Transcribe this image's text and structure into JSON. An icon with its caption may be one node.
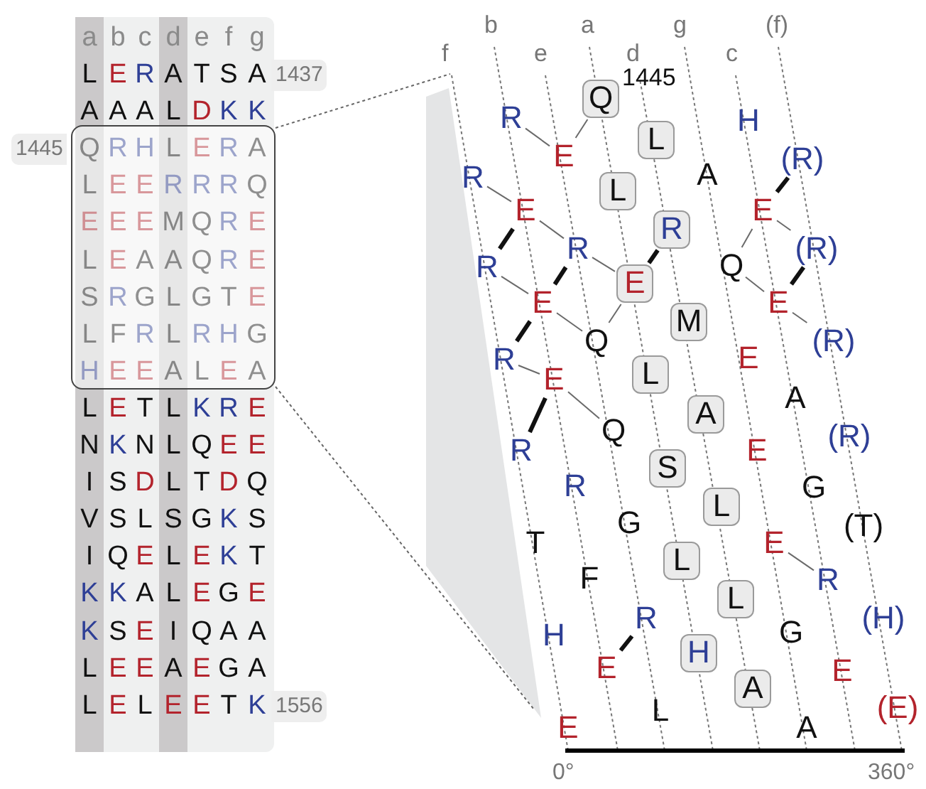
{
  "diagram": {
    "nodes": [
      {
        "text": [
          "Q"
        ],
        "beside": [
          "1445"
        ]
      },
      {
        "text": [
          "H"
        ]
      },
      {
        "text": [
          "R"
        ]
      },
      {
        "text": [
          "L"
        ]
      },
      {
        "text": [
          "E"
        ]
      },
      {
        "text": [
          "(R)"
        ]
      },
      {
        "text": [
          "A"
        ]
      },
      {
        "text": [
          "R"
        ]
      },
      {
        "text": [
          "L"
        ]
      },
      {
        "text": [
          "E"
        ]
      },
      {
        "text": [
          "E"
        ]
      },
      {
        "text": [
          "R"
        ]
      },
      {
        "text": [
          "R"
        ]
      },
      {
        "text": [
          "(R)"
        ]
      },
      {
        "text": [
          "Q"
        ]
      },
      {
        "text": [
          "R"
        ]
      },
      {
        "text": [
          "E"
        ]
      },
      {
        "text": [
          "E"
        ]
      },
      {
        "text": [
          "E"
        ]
      },
      {
        "text": [
          "M"
        ]
      },
      {
        "text": [
          "Q"
        ]
      },
      {
        "text": [
          "(R)"
        ]
      },
      {
        "text": [
          "E"
        ]
      },
      {
        "text": [
          "R"
        ]
      },
      {
        "text": [
          "L"
        ]
      },
      {
        "text": [
          "E"
        ]
      },
      {
        "text": [
          "A"
        ]
      },
      {
        "text": [
          "A"
        ]
      },
      {
        "text": [
          "Q"
        ]
      },
      {
        "text": [
          "(R)"
        ]
      },
      {
        "text": [
          "R"
        ]
      },
      {
        "text": [
          "E"
        ]
      },
      {
        "text": [
          "S"
        ]
      },
      {
        "text": [
          "R"
        ]
      },
      {
        "text": [
          "G"
        ]
      },
      {
        "text": [
          "L"
        ]
      },
      {
        "text": [
          "G"
        ]
      },
      {
        "text": [
          "(T)"
        ]
      },
      {
        "text": [
          "T"
        ]
      },
      {
        "text": [
          "E"
        ]
      },
      {
        "text": [
          "L"
        ]
      },
      {
        "text": [
          "F"
        ]
      },
      {
        "text": [
          "R"
        ]
      },
      {
        "text": [
          "L"
        ]
      },
      {
        "text": [
          "R"
        ]
      },
      {
        "text": [
          "(H)"
        ]
      },
      {
        "text": [
          "G"
        ]
      },
      {
        "text": [
          "H"
        ]
      },
      {
        "text": [
          "H"
        ]
      },
      {
        "text": [
          "E"
        ]
      },
      {
        "text": [
          "E"
        ]
      },
      {
        "text": [
          "A"
        ]
      },
      {
        "text": [
          "(E)"
        ]
      },
      {
        "text": [
          "L"
        ]
      },
      {
        "text": [
          "A"
        ]
      },
      {
        "text": [
          "E"
        ]
      }
    ],
    "edges": [
      {
        "from": 2,
        "to": 4,
        "arrow": "none"
      },
      {
        "from": 4,
        "to": 0,
        "arrow": "none"
      },
      {
        "from": 7,
        "to": 9,
        "arrow": "none"
      },
      {
        "from": 9,
        "to": 15,
        "arrow": "none",
        "style": "thick",
        "color": "#111111"
      },
      {
        "from": 9,
        "to": 12,
        "arrow": "none"
      },
      {
        "from": 12,
        "to": 17,
        "arrow": "none",
        "style": "thick",
        "color": "#111111"
      },
      {
        "from": 15,
        "to": 17,
        "arrow": "none"
      },
      {
        "from": 17,
        "to": 20,
        "arrow": "none"
      },
      {
        "from": 17,
        "to": 23,
        "arrow": "none",
        "style": "thick",
        "color": "#111111"
      },
      {
        "from": 23,
        "to": 25,
        "arrow": "none"
      },
      {
        "from": 25,
        "to": 30,
        "arrow": "none",
        "style": "thick",
        "color": "#111111"
      },
      {
        "from": 25,
        "to": 28,
        "arrow": "none"
      },
      {
        "from": 20,
        "to": 16,
        "arrow": "none"
      },
      {
        "from": 12,
        "to": 16,
        "arrow": "none"
      },
      {
        "from": 16,
        "to": 11,
        "arrow": "none",
        "style": "thick",
        "color": "#111111"
      },
      {
        "from": 10,
        "to": 5,
        "arrow": "none",
        "style": "thick",
        "color": "#111111"
      },
      {
        "from": 10,
        "to": 14,
        "arrow": "none"
      },
      {
        "from": 10,
        "to": 13,
        "arrow": "none"
      },
      {
        "from": 14,
        "to": 18,
        "arrow": "none"
      },
      {
        "from": 18,
        "to": 13,
        "arrow": "none",
        "style": "thick",
        "color": "#111111"
      },
      {
        "from": 18,
        "to": 21,
        "arrow": "none"
      },
      {
        "from": 39,
        "to": 42,
        "arrow": "none"
      },
      {
        "from": 49,
        "to": 44,
        "arrow": "none",
        "style": "thick",
        "color": "#111111"
      }
    ],
    "labels": [
      "a",
      "b",
      "c",
      "d",
      "e",
      "f",
      "g",
      "L",
      "E",
      "R",
      "A",
      "T",
      "S",
      "A",
      "1437",
      "A",
      "A",
      "A",
      "L",
      "D",
      "K",
      "K",
      "1445",
      "Q",
      "R",
      "H",
      "L",
      "E",
      "R",
      "A",
      "L",
      "E",
      "E",
      "R",
      "R",
      "R",
      "Q",
      "E",
      "E",
      "E",
      "M",
      "Q",
      "R",
      "E",
      "L",
      "E",
      "A",
      "A",
      "Q",
      "R",
      "E",
      "S",
      "R",
      "G",
      "L",
      "G",
      "T",
      "E",
      "L",
      "F",
      "R",
      "L",
      "R",
      "H",
      "G",
      "H",
      "E",
      "E",
      "A",
      "L",
      "E",
      "A",
      "L",
      "E",
      "T",
      "L",
      "K",
      "R",
      "E",
      "N",
      "K",
      "N",
      "L",
      "Q",
      "E",
      "E",
      "I",
      "S",
      "D",
      "L",
      "T",
      "D",
      "Q",
      "V",
      "S",
      "L",
      "S",
      "G",
      "K",
      "S",
      "I",
      "Q",
      "E",
      "L",
      "E",
      "K",
      "T",
      "K",
      "K",
      "A",
      "L",
      "E",
      "G",
      "E",
      "K",
      "S",
      "E",
      "I",
      "Q",
      "A",
      "A",
      "L",
      "E",
      "E",
      "A",
      "E",
      "G",
      "A",
      "L",
      "E",
      "L",
      "E",
      "E",
      "T",
      "K",
      "1556",
      "f",
      "b",
      "e",
      "a",
      "d",
      "g",
      "c",
      "(f)",
      "0°",
      "360°"
    ]
  }
}
